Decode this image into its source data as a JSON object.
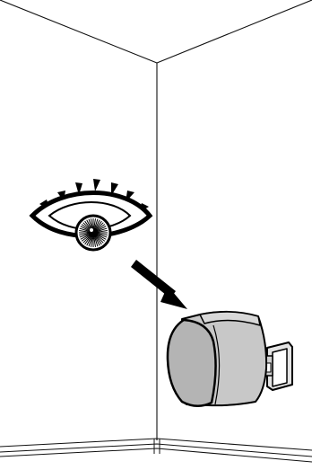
{
  "scene": {
    "room": {
      "walls": "room-corner",
      "floor_molding": "baseboard"
    },
    "viewer": {
      "icon": "eye-icon",
      "rays": 7
    },
    "direction": {
      "icon": "arrow-icon"
    },
    "device": {
      "icon": "wall-mounted-sensor-icon",
      "body_color": "#c8c8c8",
      "front_color": "#b4b4b4",
      "outline_color": "#000000"
    }
  }
}
